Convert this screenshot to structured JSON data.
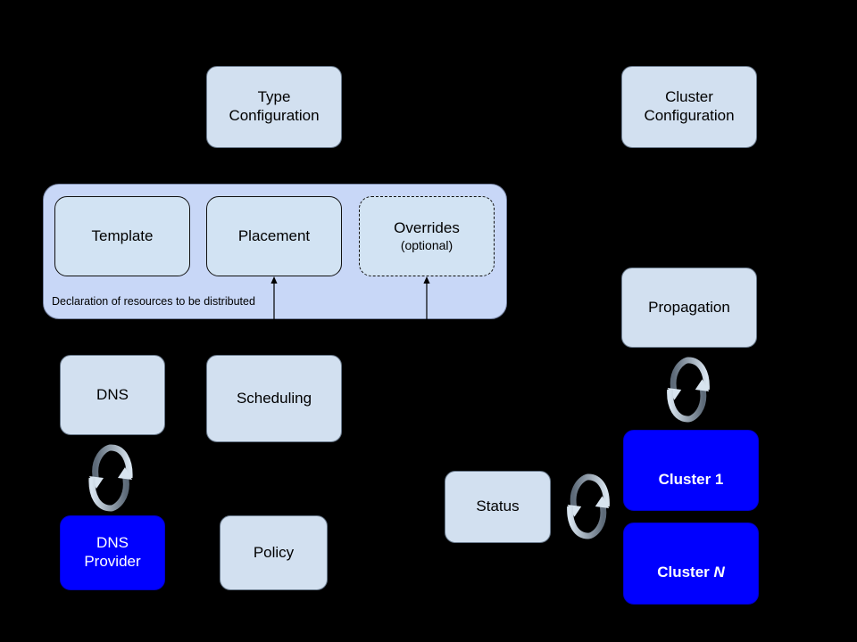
{
  "diagram": {
    "title": "Kubernetes Federation architecture diagram",
    "background_color": "#000000",
    "palette": {
      "node_light": "#d2e0f0",
      "node_inner": "#d2e3f3",
      "group_fill": "#c8d7f7",
      "cluster_blue": "#0000ff",
      "text_dark": "#000000",
      "text_light": "#ffffff",
      "border_dark": "#111111",
      "arrow": "#000000",
      "sync_icon": "#b6c4d4"
    },
    "nodes": {
      "type_configuration": {
        "label": "Type\nConfiguration"
      },
      "cluster_configuration": {
        "label": "Cluster\nConfiguration"
      },
      "template": {
        "label": "Template"
      },
      "placement": {
        "label": "Placement"
      },
      "overrides": {
        "label": "Overrides",
        "sublabel": "(optional)"
      },
      "dns": {
        "label": "DNS"
      },
      "scheduling": {
        "label": "Scheduling"
      },
      "dns_provider": {
        "label": "DNS\nProvider"
      },
      "policy": {
        "label": "Policy"
      },
      "propagation": {
        "label": "Propagation"
      },
      "status": {
        "label": "Status"
      },
      "cluster_1": {
        "label_prefix": "Cluster ",
        "label_suffix": "1"
      },
      "cluster_n": {
        "label_prefix": "Cluster ",
        "label_suffix": "N"
      }
    },
    "group": {
      "caption": "Declaration of resources to be distributed"
    },
    "icons": {
      "sync_dns": "sync-arrows-icon",
      "sync_propagation": "sync-arrows-icon",
      "sync_status": "sync-arrows-icon"
    },
    "connectors": [
      {
        "name": "type-config-to-template",
        "style": "dashed",
        "direction": "down"
      },
      {
        "name": "type-config-to-placement",
        "style": "dashed",
        "direction": "down"
      },
      {
        "name": "type-config-to-overrides",
        "style": "dashed",
        "direction": "down"
      },
      {
        "name": "scheduling-to-placement",
        "style": "solid",
        "direction": "up"
      },
      {
        "name": "policy-to-overrides",
        "style": "solid",
        "direction": "up"
      }
    ]
  }
}
